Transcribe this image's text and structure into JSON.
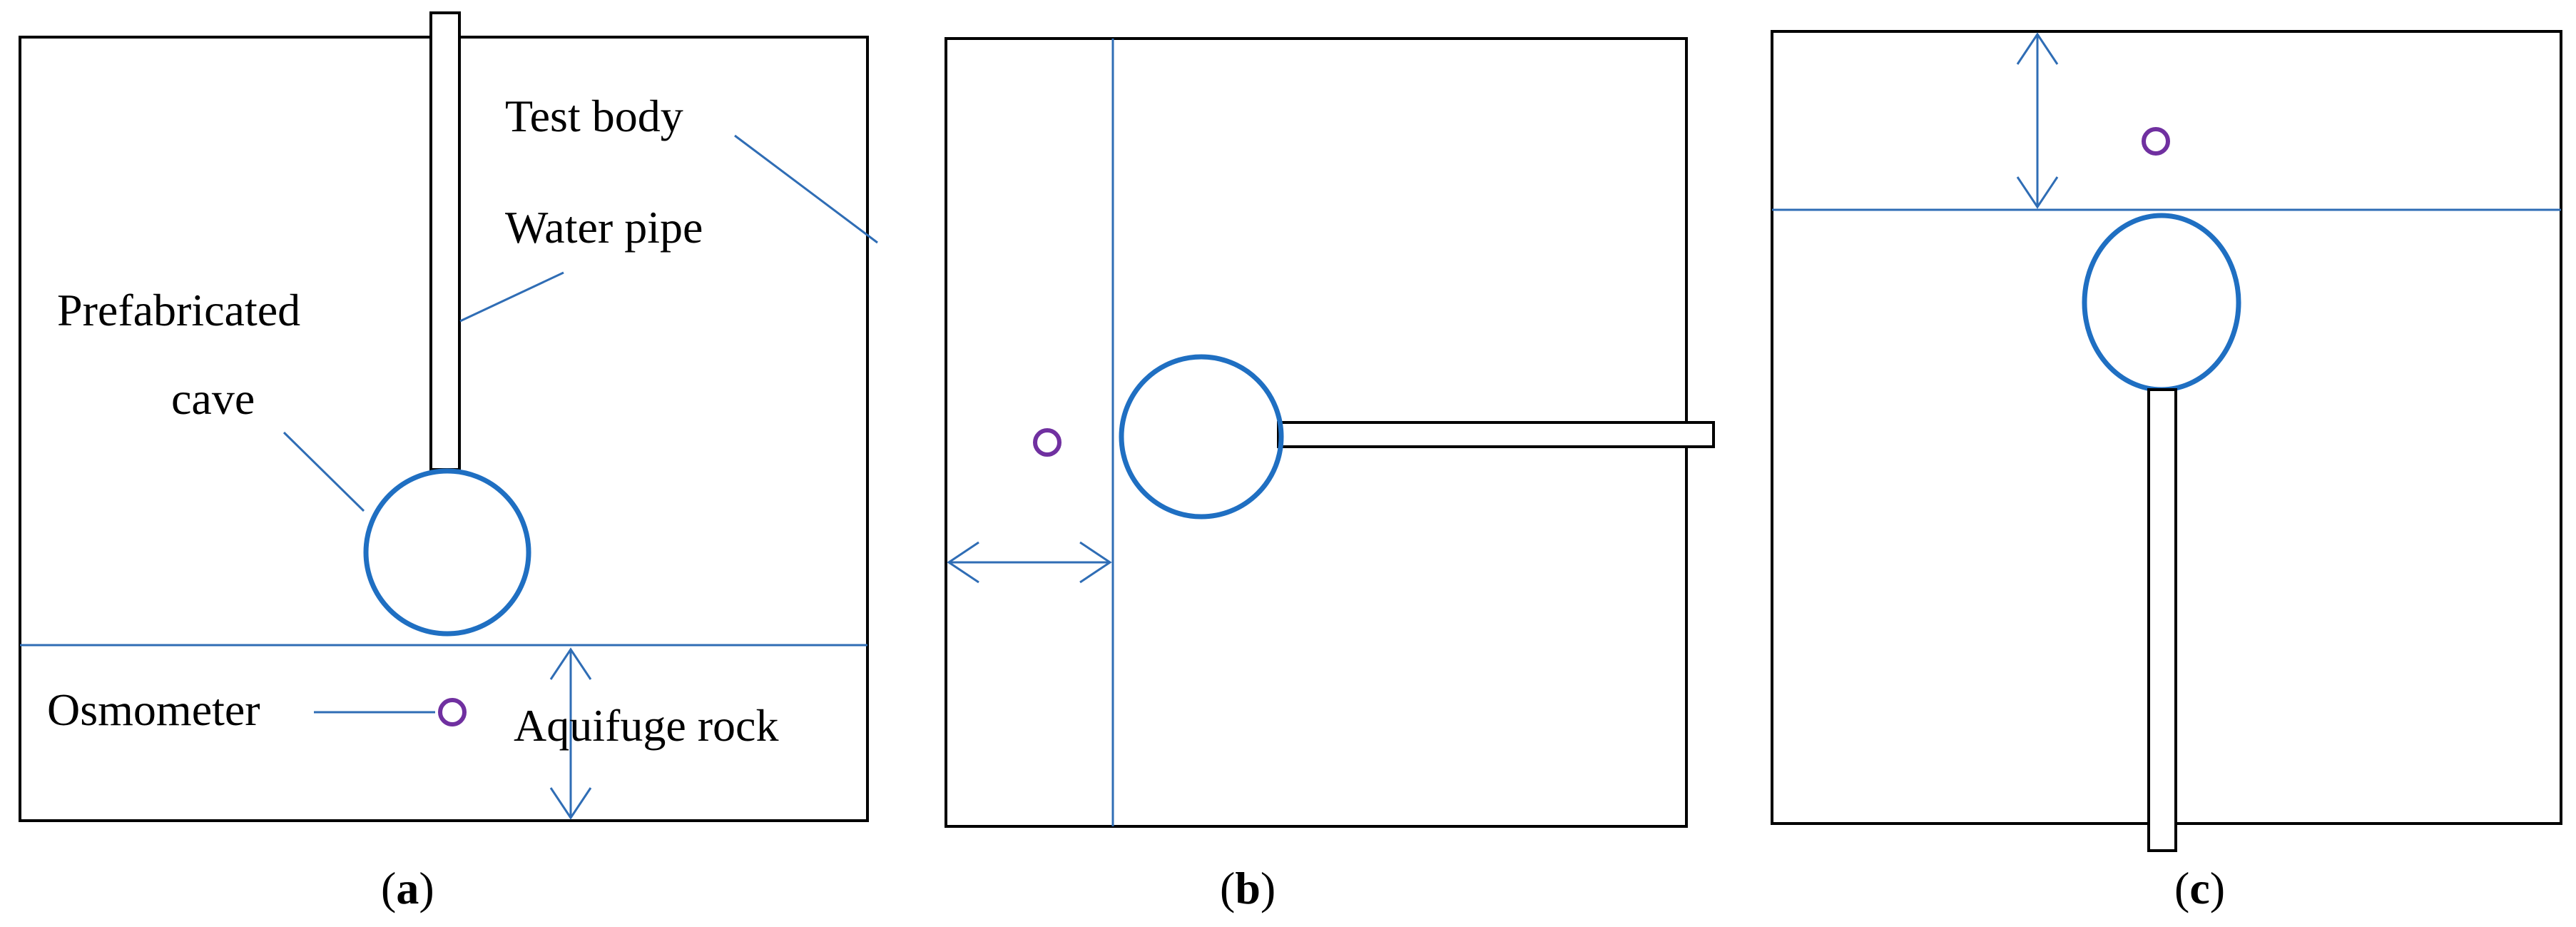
{
  "colors": {
    "line_blue": "#2f6db5",
    "cave_blue": "#1f6fc2",
    "osmometer_purple": "#7030a0",
    "outline": "#000000"
  },
  "labels": {
    "test_body": "Test body",
    "water_pipe": "Water pipe",
    "prefabricated_line1": "Prefabricated",
    "prefabricated_line2": "cave",
    "osmometer": "Osmometer",
    "aquifuge_rock": "Aquifuge rock"
  },
  "captions": {
    "a": "a",
    "b": "b",
    "c": "c"
  }
}
